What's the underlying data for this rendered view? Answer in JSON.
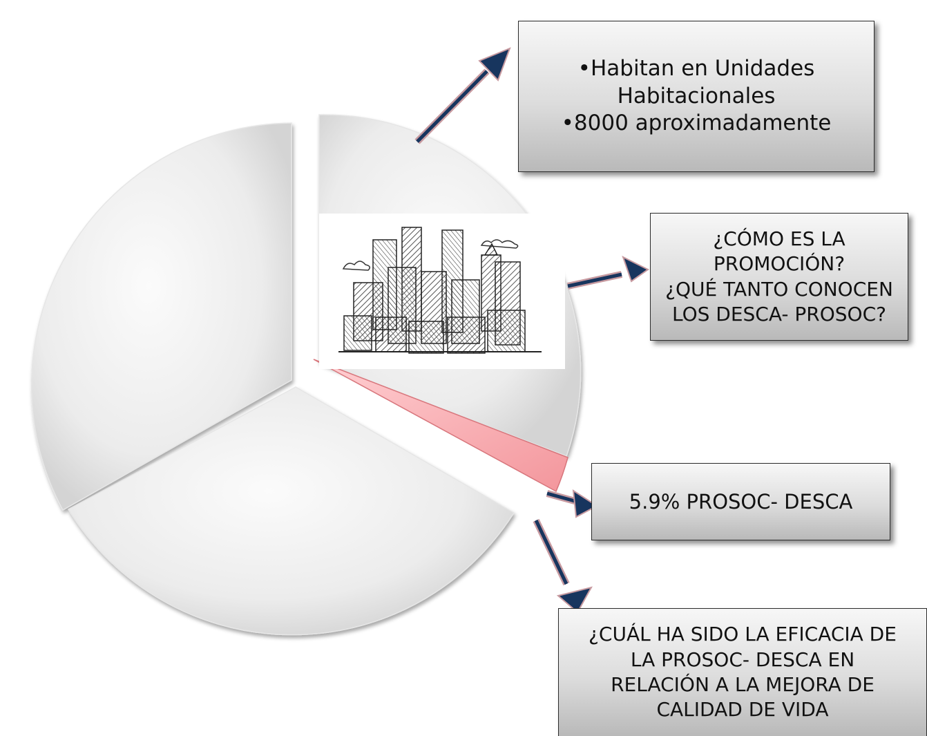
{
  "chart_data": {
    "type": "pie",
    "exploded_slice_percent": 5.9,
    "callout_label": "5.9% PROSOC- DESCA"
  },
  "callouts": {
    "habitan": {
      "line1": "Habitan  en Unidades",
      "line2": "Habitacionales",
      "line3": "8000 aproximadamente",
      "bullet": "•"
    },
    "promocion": {
      "line1": "¿CÓMO ES LA",
      "line2": "PROMOCIÓN?",
      "line3": "¿QUÉ TANTO CONOCEN",
      "line4": "LOS DESCA- PROSOC?"
    },
    "percent": {
      "text": "5.9% PROSOC- DESCA"
    },
    "eficacia": {
      "line1": "¿CUÁL HA SIDO LA EFICACIA DE",
      "line2": "LA PROSOC- DESCA EN",
      "line3": "RELACIÓN A LA  MEJORA DE",
      "line4": "CALIDAD DE VIDA"
    }
  },
  "colors": {
    "arrow_fill": "#17355e",
    "arrow_outline": "#c79aa0",
    "highlight_wedge": "#f6a6ab",
    "pie_face": "#ececec"
  },
  "image": {
    "icon": "city-skyline-sketch"
  }
}
